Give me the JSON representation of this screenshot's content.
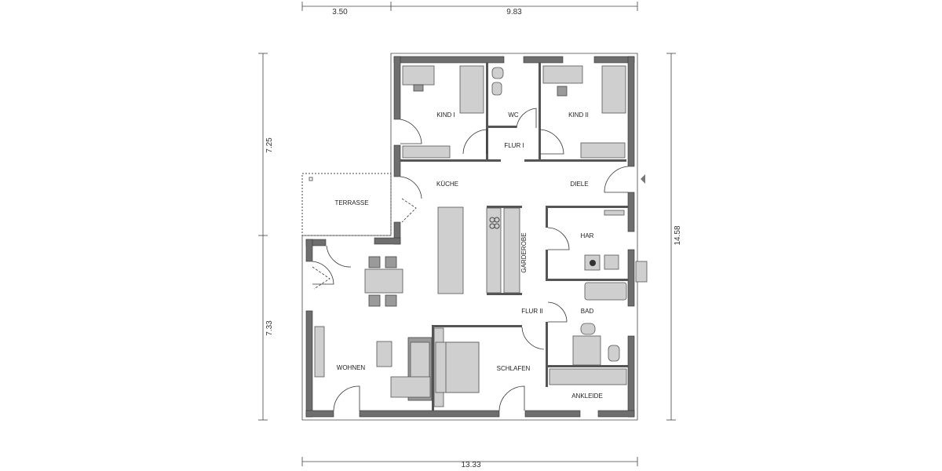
{
  "dimensions": {
    "top_left": "3.50",
    "top_right": "9.83",
    "left_upper": "7.25",
    "left_lower": "7.33",
    "right": "14.58",
    "bottom": "13.33"
  },
  "rooms": {
    "kind1": "KIND I",
    "wc": "WC",
    "kind2": "KIND II",
    "flur1": "FLUR I",
    "kueche": "KÜCHE",
    "diele": "DIELE",
    "terrasse": "TERRASSE",
    "har": "HAR",
    "garderobe": "GARDEROBE",
    "flur2": "FLUR II",
    "bad": "BAD",
    "wohnen": "WOHNEN",
    "schlafen": "SCHLAFEN",
    "ankleide": "ANKLEIDE"
  },
  "colors": {
    "wall": "#6e6e6e",
    "furniture": "#cfcfcf"
  }
}
